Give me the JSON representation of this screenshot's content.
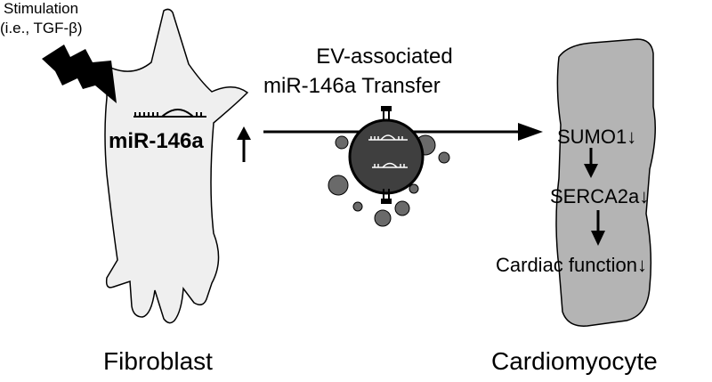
{
  "labels": {
    "stimulation_line1": "Stimulation",
    "stimulation_line2": "(i.e., TGF-β)",
    "ev_transfer_line1": "EV-associated",
    "ev_transfer_line2": "miR-146a Transfer",
    "mirna": "miR-146a",
    "sumo1": "SUMO1↓",
    "serca2a": "SERCA2a↓",
    "cardiac_function": "Cardiac function↓",
    "fibroblast": "Fibroblast",
    "cardiomyocyte": "Cardiomyocyte"
  },
  "colors": {
    "fibroblast_fill": "#efefef",
    "cardiomyocyte_fill": "#b4b4b4",
    "vesicle_fill": "#3f3f3f",
    "particle_fill": "#6a6a6a",
    "stroke": "#000000"
  }
}
